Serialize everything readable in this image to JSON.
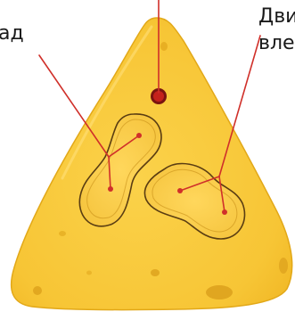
{
  "labels": {
    "left": "ад",
    "right_line1": "Дви",
    "right_line2": "вле"
  },
  "colors": {
    "cheese_fill": "#f7c93a",
    "cheese_edge": "#e8ad1a",
    "shadow_hole": "#d9a21a",
    "patch_outline": "#5a3d12",
    "pointer_line": "#d0302a",
    "marker_dot": "#b81a1a",
    "text": "#1a1a1a"
  }
}
